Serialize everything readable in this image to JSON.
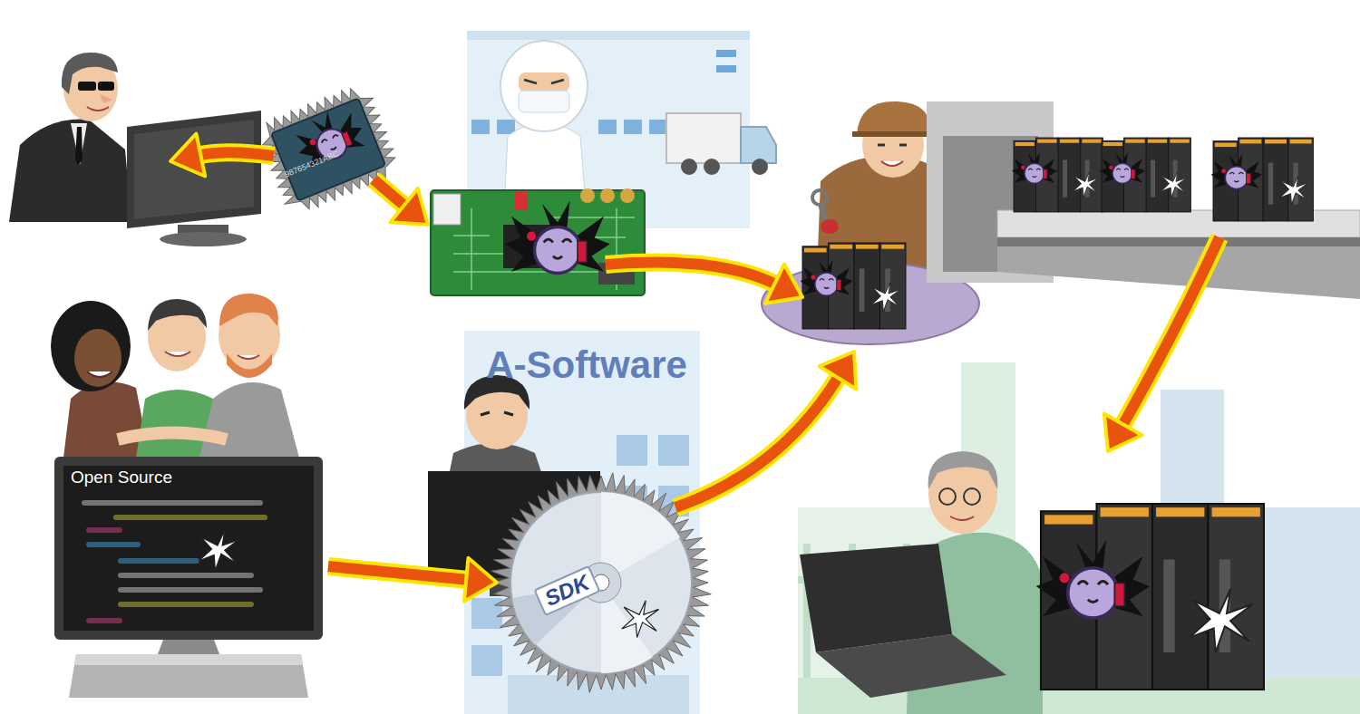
{
  "diagram": {
    "nodes": [
      {
        "text": [
          "Open Source"
        ]
      },
      {
        "text": [
          "A-Software"
        ]
      },
      {
        "text": [
          "SDK"
        ]
      }
    ],
    "edges": [
      {
        "from": 0,
        "to": 2,
        "arrow": "to"
      }
    ],
    "labels": [
      "987654321ABC"
    ]
  }
}
